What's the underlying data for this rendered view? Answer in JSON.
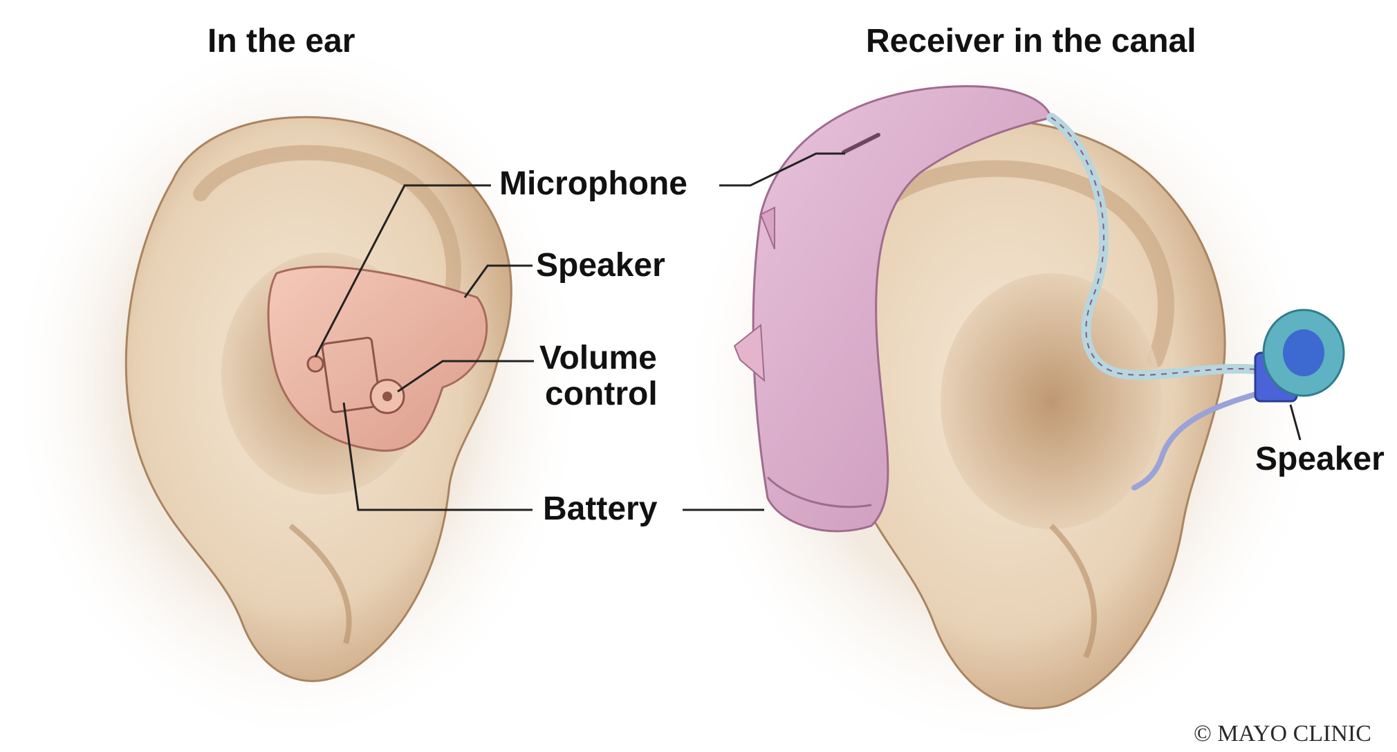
{
  "titles": {
    "left": "In the ear",
    "right": "Receiver in the canal"
  },
  "labels": {
    "microphone": "Microphone",
    "speaker_left": "Speaker",
    "volume_line1": "Volume",
    "volume_line2": "control",
    "battery": "Battery",
    "speaker_right": "Speaker"
  },
  "copyright": "© MAYO CLINIC",
  "colors": {
    "skin": "#e9d3b7",
    "skin_shadow": "#b8926c",
    "ite_device": "#eab4a4",
    "ric_device": "#d8a8c8",
    "speaker_blue": "#4a63d8",
    "speaker_teal": "#5fb2c2"
  }
}
